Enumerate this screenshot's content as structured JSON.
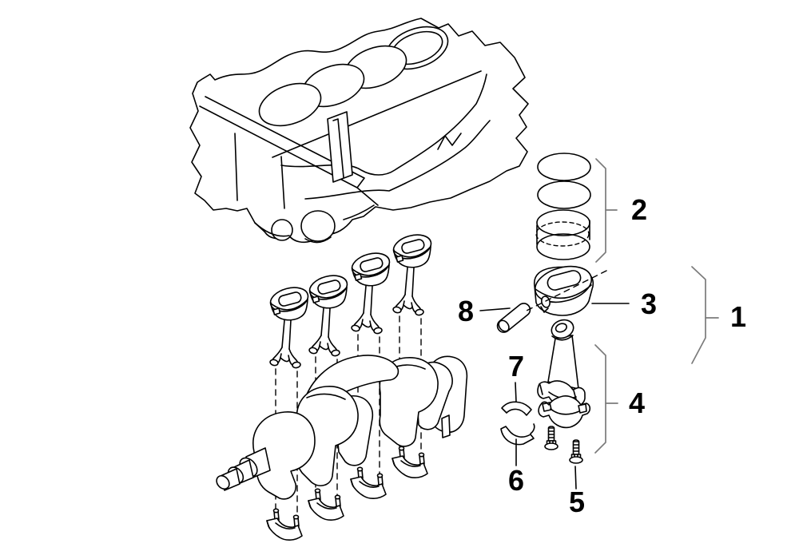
{
  "diagram": {
    "colors": {
      "background": "#ffffff",
      "line": "#000000",
      "bracket": "#7b7b7b"
    },
    "callouts": [
      {
        "label": "1"
      },
      {
        "label": "2"
      },
      {
        "label": "3"
      },
      {
        "label": "4"
      },
      {
        "label": "5"
      },
      {
        "label": "6"
      },
      {
        "label": "7"
      },
      {
        "label": "8"
      }
    ]
  }
}
